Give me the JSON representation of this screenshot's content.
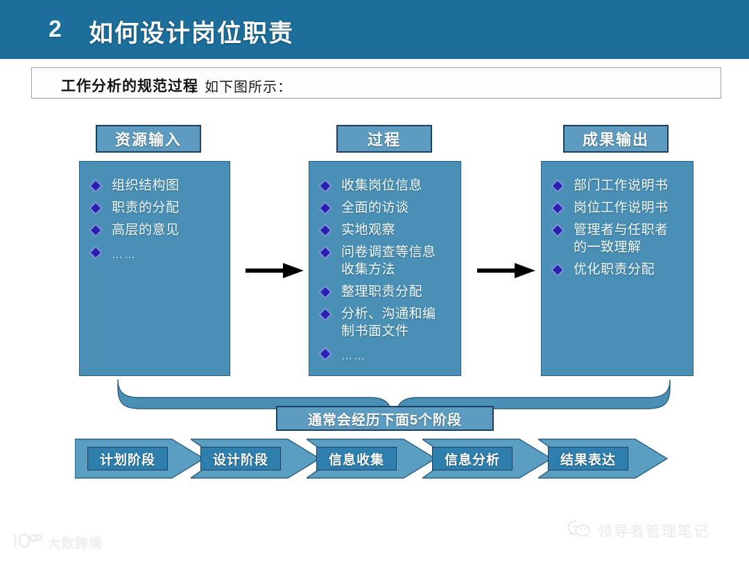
{
  "header": {
    "number": "2",
    "title": "如何设计岗位职责",
    "bar_color": "#1d6e9b"
  },
  "subtitle": {
    "strong": "工作分析的规范过程",
    "rest": "，如下图所示："
  },
  "columns": [
    {
      "head": "资源输入",
      "items": [
        "组织结构图",
        "职责的分配",
        "高层的意见",
        "……"
      ]
    },
    {
      "head": "过程",
      "items": [
        "收集岗位信息",
        "全面的访谈",
        "实地观察",
        "问卷调查等信息\n收集方法",
        "整理职责分配",
        "分析、沟通和编\n制书面文件",
        "……"
      ]
    },
    {
      "head": "成果输出",
      "items": [
        "部门工作说明书",
        "岗位工作说明书",
        "管理者与任职者\n的一致理解",
        "优化职责分配"
      ]
    }
  ],
  "connectors": {
    "arrow_0": "right-arrow-icon",
    "arrow_1": "right-arrow-icon",
    "brace": "curly-brace-down-icon"
  },
  "banner": {
    "label": "通常会经历下面5个阶段"
  },
  "stages": [
    {
      "label": "计划阶段"
    },
    {
      "label": "设计阶段"
    },
    {
      "label": "信息收集"
    },
    {
      "label": "信息分析"
    },
    {
      "label": "结果表达"
    }
  ],
  "watermarks": {
    "left": {
      "icon": "dashujingkuajing-logo-icon",
      "text": "大数跨境"
    },
    "right": {
      "icon": "wechat-icon",
      "text": "领导者管理笔记"
    }
  },
  "colors": {
    "header_bar": "#1d6e9b",
    "chip": "#5d9cc0",
    "chip_border": "#1c3f63",
    "body_box": "#4a8fb5",
    "body_box_border": "#2b5f82",
    "chevron_fill": "#5a9ec2",
    "chevron_border": "#1c3f63",
    "bullet": "#2a1fb0",
    "text_light": "#f2fbff"
  }
}
